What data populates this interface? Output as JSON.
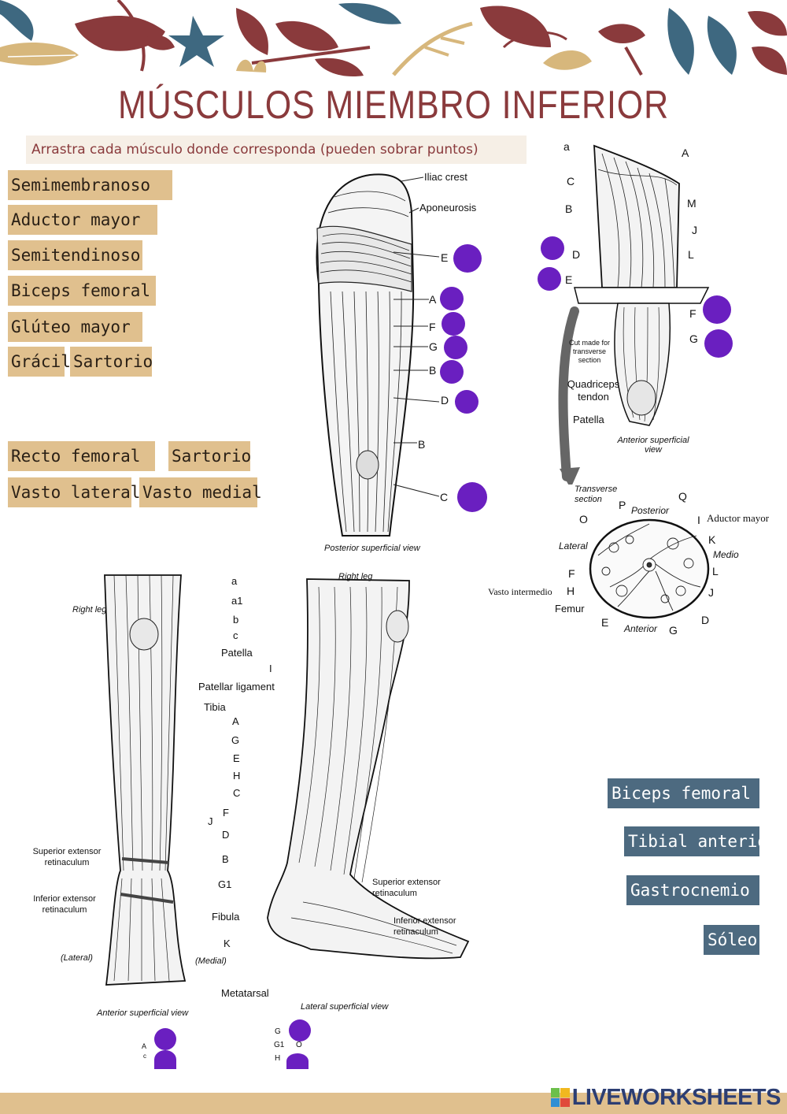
{
  "title": "MÚSCULOS MIEMBRO INFERIOR",
  "instruction": "Arrastra cada músculo donde corresponda (pueden sobrar puntos)",
  "tags_tan": [
    "Semimembranoso",
    "Aductor mayor",
    "Semitendinoso",
    "Biceps femoral",
    "Glúteo mayor",
    "Grácil",
    "Sartorio",
    "Recto femoral",
    "Sartorio",
    "Vasto lateral",
    "Vasto medial"
  ],
  "tags_blue": [
    "Biceps femoral",
    "Tibial anterior",
    "Gastrocnemio",
    "Sóleo"
  ],
  "posterior_figure": {
    "labels": [
      "Iliac crest",
      "Aponeurosis",
      "E",
      "A",
      "F",
      "G",
      "B",
      "D",
      "B",
      "C"
    ],
    "caption": "Posterior superficial view"
  },
  "anterior_thigh_figure": {
    "letters": [
      "a",
      "A",
      "C",
      "M",
      "B",
      "J",
      "D",
      "L",
      "E",
      "F",
      "G"
    ],
    "notes": [
      "Cut made for transverse section",
      "Quadriceps tendon",
      "Patella"
    ],
    "caption": "Anterior superficial view"
  },
  "transverse_section": {
    "title": "Transverse section",
    "labels": [
      "P",
      "Posterior",
      "Q",
      "O",
      "I",
      "Aductor mayor",
      "K",
      "Lateral",
      "Medio",
      "F",
      "L",
      "Vasto intermedio",
      "H",
      "J",
      "Femur",
      "E",
      "Anterior",
      "G",
      "D"
    ]
  },
  "leg_figures": {
    "right_leg_left": "Right leg",
    "right_leg_right": "Right leg",
    "labels": [
      "a",
      "a1",
      "b",
      "c",
      "Patella",
      "I",
      "Patellar ligament",
      "Tibia",
      "A",
      "G",
      "E",
      "H",
      "C",
      "F",
      "J",
      "D",
      "B",
      "G1",
      "Fibula",
      "K",
      "Metatarsal"
    ],
    "superior_ext_left": "Superior extensor retinaculum",
    "inferior_ext_left": "Inferior extensor retinaculum",
    "superior_ext_right": "Superior extensor retinaculum",
    "inferior_ext_right": "Inferior extensor retinaculum",
    "lateral": "(Lateral)",
    "medial": "(Medial)",
    "caption_left": "Anterior superficial view",
    "caption_right": "Lateral superficial view",
    "bottom_letters_left": [
      "A",
      "c"
    ],
    "bottom_letters_right": [
      "G",
      "G1",
      "O",
      "H"
    ]
  },
  "footer": {
    "logo_text": "LIVEWORKSHEETS"
  },
  "colors": {
    "title": "#8a3a3c",
    "tan_tag": "#e0c08e",
    "blue_tag": "#4d6a80",
    "dot": "#6a1fc0",
    "leaf_red": "#8a3a3c",
    "leaf_blue": "#3e6880",
    "leaf_gold": "#d7b77c"
  }
}
